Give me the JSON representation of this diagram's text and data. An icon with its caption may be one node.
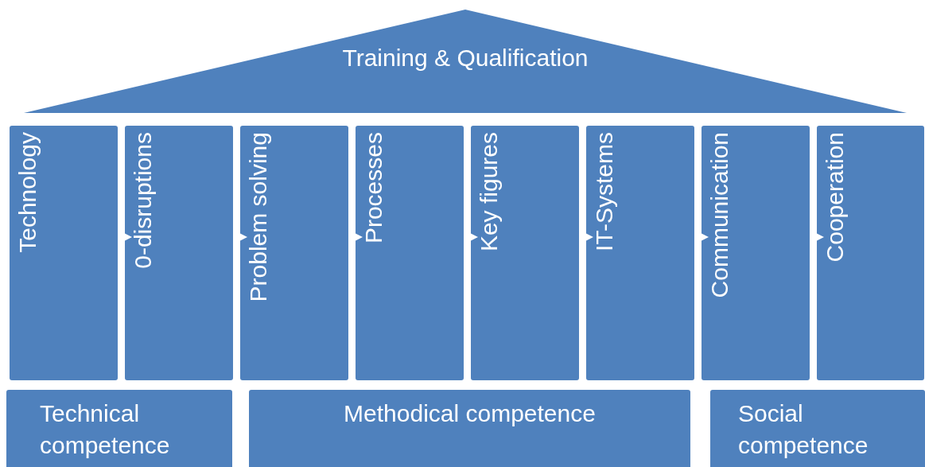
{
  "diagram": {
    "nodes": [
      {
        "text": [
          "Training & Qualification"
        ]
      },
      {
        "text": [
          "Technology"
        ]
      },
      {
        "text": [
          "0-disruptions"
        ]
      },
      {
        "text": [
          "Problem solving"
        ]
      },
      {
        "text": [
          "Processes"
        ]
      },
      {
        "text": [
          "Key figures"
        ]
      },
      {
        "text": [
          "IT-Systems"
        ]
      },
      {
        "text": [
          "Communication"
        ]
      },
      {
        "text": [
          "Cooperation"
        ]
      },
      {
        "text": [
          "Technical competence"
        ]
      },
      {
        "text": [
          "Methodical competence"
        ]
      },
      {
        "text": [
          "Social competence"
        ]
      }
    ],
    "edges": [
      {
        "from": 1,
        "to": 2,
        "arrow": "to"
      },
      {
        "from": 2,
        "to": 3,
        "arrow": "to"
      },
      {
        "from": 3,
        "to": 4,
        "arrow": "to"
      },
      {
        "from": 4,
        "to": 5,
        "arrow": "to"
      },
      {
        "from": 5,
        "to": 6,
        "arrow": "to"
      },
      {
        "from": 6,
        "to": 7,
        "arrow": "to"
      },
      {
        "from": 7,
        "to": 8,
        "arrow": "to"
      }
    ]
  }
}
